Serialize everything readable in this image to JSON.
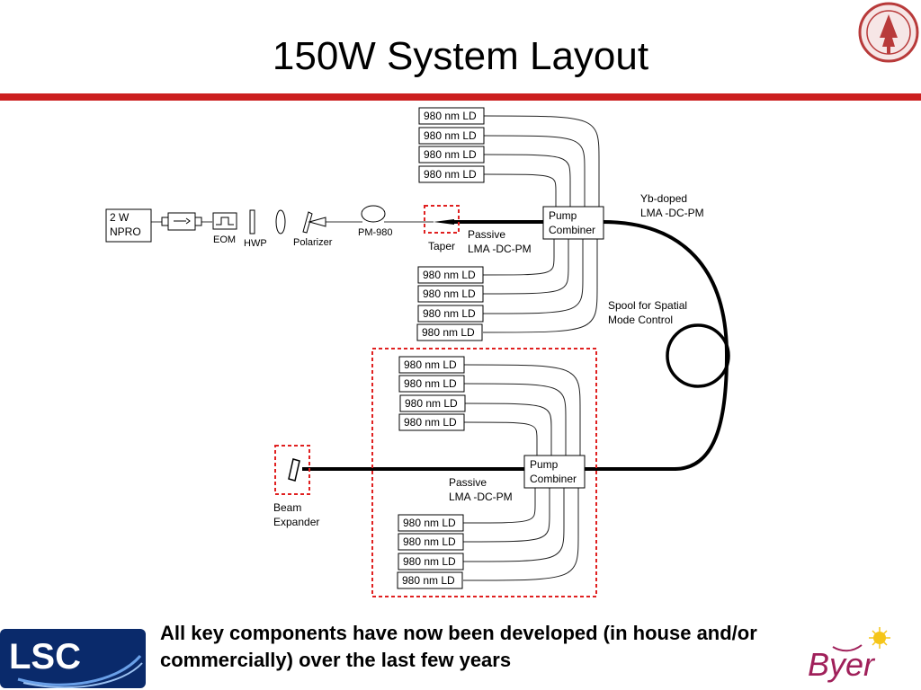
{
  "slide": {
    "title": "150W System Layout",
    "footer_text": "All key components have now been developed (in house and/or commercially) over the last few years"
  },
  "logos": {
    "lsc": "LSC",
    "byer": "Byer"
  },
  "colors": {
    "accent_bar": "#cc1f1f",
    "highlight_dashed": "#e02020",
    "lsc_background": "#0a2a6b"
  },
  "diagram": {
    "source": [
      "2 W",
      "NPRO"
    ],
    "components": {
      "eom": "EOM",
      "hwp": "HWP",
      "polarizer": "Polarizer",
      "pm980": "PM-980",
      "taper": "Taper",
      "beam_expander": [
        "Beam",
        "Expander"
      ]
    },
    "stage1": {
      "combiner": [
        "Pump",
        "Combiner"
      ],
      "fiber_label": [
        "Passive",
        "LMA -DC-PM"
      ],
      "pumps_top": [
        "980 nm LD",
        "980 nm LD",
        "980 nm LD",
        "980 nm LD"
      ],
      "pumps_bottom": [
        "980 nm LD",
        "980 nm LD",
        "980 nm LD",
        "980 nm LD"
      ]
    },
    "stage2": {
      "combiner": [
        "Pump",
        "Combiner"
      ],
      "fiber_label": [
        "Passive",
        "LMA -DC-PM"
      ],
      "pumps_top": [
        "980 nm LD",
        "980 nm LD",
        "980 nm LD",
        "980 nm LD"
      ],
      "pumps_bottom": [
        "980 nm LD",
        "980 nm LD",
        "980 nm LD",
        "980 nm LD"
      ]
    },
    "gain_fiber": [
      "Yb-doped",
      "LMA -DC-PM"
    ],
    "spool": [
      "Spool for Spatial",
      "Mode Control"
    ]
  }
}
